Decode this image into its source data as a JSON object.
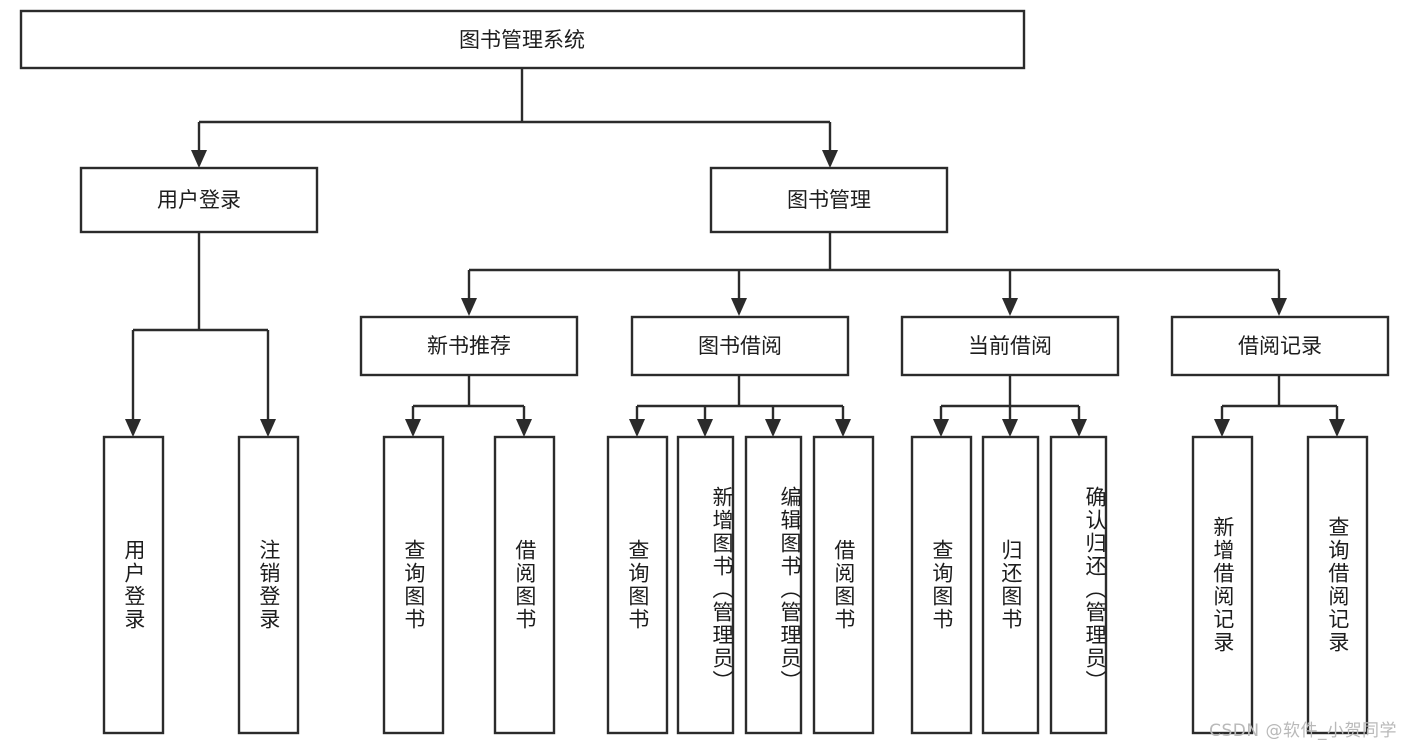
{
  "diagram": {
    "title": "图书管理系统",
    "type": "hierarchy-tree",
    "orientation": "top-down",
    "watermark": "CSDN @软件_小贺同学",
    "colors": {
      "box_stroke": "#2b2b2b",
      "box_fill": "#ffffff",
      "link_stroke": "#2b2b2b",
      "text": "#1d1d1d",
      "watermark": "#b9b9b9",
      "background": "#ffffff"
    },
    "levels": {
      "root": {
        "label": "图书管理系统"
      },
      "level2": [
        {
          "label": "用户登录"
        },
        {
          "label": "图书管理"
        }
      ],
      "level3": [
        {
          "label": "新书推荐"
        },
        {
          "label": "图书借阅"
        },
        {
          "label": "当前借阅"
        },
        {
          "label": "借阅记录"
        }
      ]
    },
    "leaves": {
      "user_login": [
        {
          "label": "用户登录"
        },
        {
          "label": "注销登录"
        }
      ],
      "new_book_recommend": [
        {
          "label": "查询图书"
        },
        {
          "label": "借阅图书"
        }
      ],
      "book_borrow": [
        {
          "label": "查询图书"
        },
        {
          "label": "新增图书（管理员）"
        },
        {
          "label": "编辑图书（管理员）"
        },
        {
          "label": "借阅图书"
        }
      ],
      "current_borrow": [
        {
          "label": "查询图书"
        },
        {
          "label": "归还图书"
        },
        {
          "label": "确认归还（管理员）"
        }
      ],
      "borrow_record": [
        {
          "label": "新增借阅记录"
        },
        {
          "label": "查询借阅记录"
        }
      ]
    }
  }
}
